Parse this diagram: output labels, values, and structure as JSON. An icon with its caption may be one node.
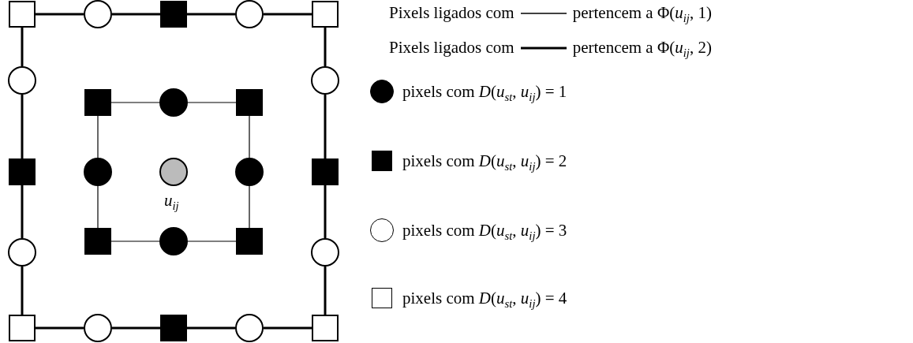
{
  "diagram": {
    "nodes": [
      {
        "text": [],
        "shape": "box"
      },
      {
        "text": [],
        "shape": "circle"
      },
      {
        "text": [],
        "shape": "box"
      },
      {
        "text": [],
        "shape": "circle"
      },
      {
        "text": [],
        "shape": "box"
      },
      {
        "text": [],
        "shape": "circle"
      },
      {
        "text": [],
        "shape": "box"
      },
      {
        "text": [],
        "shape": "circle"
      },
      {
        "text": [],
        "shape": "box"
      },
      {
        "text": [],
        "shape": "circle"
      },
      {
        "text": [],
        "shape": "box"
      },
      {
        "text": [],
        "shape": "circle"
      },
      {
        "text": [],
        "shape": "circle",
        "beside": [
          "*u*$_{ij}$"
        ]
      },
      {
        "text": [],
        "shape": "circle"
      },
      {
        "text": [],
        "shape": "box"
      },
      {
        "text": [],
        "shape": "circle"
      },
      {
        "text": [],
        "shape": "box"
      },
      {
        "text": [],
        "shape": "circle"
      },
      {
        "text": [],
        "shape": "box"
      },
      {
        "text": [],
        "shape": "circle"
      },
      {
        "text": [],
        "shape": "box"
      },
      {
        "text": [],
        "shape": "circle"
      },
      {
        "text": [],
        "shape": "box"
      },
      {
        "text": [],
        "shape": "circle"
      },
      {
        "text": [],
        "shape": "box"
      }
    ],
    "edges": [
      {
        "from": 0,
        "to": 1,
        "arrow": "none"
      },
      {
        "from": 1,
        "to": 2,
        "arrow": "none"
      },
      {
        "from": 2,
        "to": 3,
        "arrow": "none"
      },
      {
        "from": 3,
        "to": 4,
        "arrow": "none"
      },
      {
        "from": 4,
        "to": 9,
        "arrow": "none"
      },
      {
        "from": 9,
        "to": 14,
        "arrow": "none"
      },
      {
        "from": 14,
        "to": 19,
        "arrow": "none"
      },
      {
        "from": 19,
        "to": 24,
        "arrow": "none"
      },
      {
        "from": 24,
        "to": 23,
        "arrow": "none"
      },
      {
        "from": 23,
        "to": 22,
        "arrow": "none"
      },
      {
        "from": 22,
        "to": 21,
        "arrow": "none"
      },
      {
        "from": 21,
        "to": 20,
        "arrow": "none"
      },
      {
        "from": 20,
        "to": 15,
        "arrow": "none"
      },
      {
        "from": 15,
        "to": 10,
        "arrow": "none"
      },
      {
        "from": 10,
        "to": 5,
        "arrow": "none"
      },
      {
        "from": 5,
        "to": 0,
        "arrow": "none"
      },
      {
        "from": 6,
        "to": 7,
        "arrow": "none"
      },
      {
        "from": 7,
        "to": 8,
        "arrow": "none"
      },
      {
        "from": 8,
        "to": 13,
        "arrow": "none"
      },
      {
        "from": 13,
        "to": 18,
        "arrow": "none"
      },
      {
        "from": 18,
        "to": 17,
        "arrow": "none"
      },
      {
        "from": 17,
        "to": 16,
        "arrow": "none"
      },
      {
        "from": 16,
        "to": 11,
        "arrow": "none"
      },
      {
        "from": 11,
        "to": 6,
        "arrow": "none"
      }
    ],
    "labels": [
      "pertencem a Φ(*u*$_{ij}$, 1)",
      "pertencem a Φ(*u*$_{ij}$, 2)"
    ],
    "legend": [
      {
        "text": "Pixels ligados com"
      },
      {
        "text": "Pixels ligados com"
      },
      {
        "text": "pixels com *D*(*u*$_{st}$, *u*$_{ij}$) = 1"
      },
      {
        "text": "pixels com *D*(*u*$_{st}$, *u*$_{ij}$) = 2"
      },
      {
        "text": "pixels com *D*(*u*$_{st}$, *u*$_{ij}$) = 3"
      },
      {
        "text": "pixels com *D*(*u*$_{st}$, *u*$_{ij}$) = 4"
      }
    ]
  }
}
